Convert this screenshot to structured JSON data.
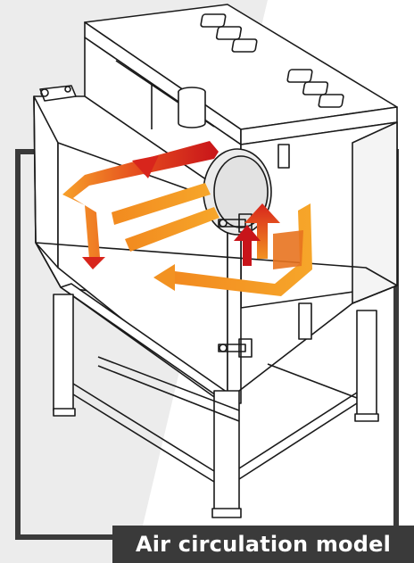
{
  "caption": "Air circulation model",
  "colors": {
    "frame": "#3a3a3a",
    "background_stripe": "#ececec",
    "line": "#1a1a1a",
    "arrow_red": "#d8251c",
    "arrow_orange": "#f29222",
    "arrow_dark_red": "#b3121a"
  },
  "flow_arrows": [
    {
      "name": "top-flow-arrow",
      "color": "arrow_red"
    },
    {
      "name": "diagonal-flow-arrow",
      "color": "arrow_orange"
    },
    {
      "name": "return-flow-arrow",
      "color": "arrow_orange"
    },
    {
      "name": "fan-outlet-arrow",
      "color": "arrow_red"
    }
  ]
}
